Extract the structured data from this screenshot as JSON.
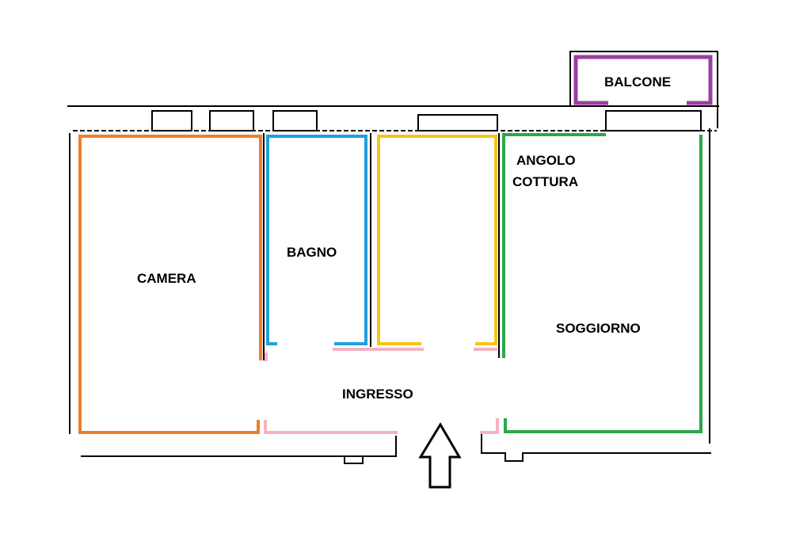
{
  "rooms": {
    "balcone": {
      "label": "BALCONE",
      "color": "#9b3fa0"
    },
    "camera": {
      "label": "CAMERA",
      "color": "#f07d2a"
    },
    "bagno": {
      "label": "BAGNO",
      "color": "#1f9ee0"
    },
    "angolo_cottura": {
      "label_line1": "ANGOLO",
      "label_line2": "COTTURA"
    },
    "soggiorno": {
      "label": "SOGGIORNO",
      "color": "#2da64a"
    },
    "ingresso": {
      "label": "INGRESSO",
      "color": "#f1b3c3"
    },
    "unlabeled_room": {
      "color": "#f5c518"
    }
  },
  "entrance_arrow": {
    "icon": "up-arrow-icon"
  }
}
